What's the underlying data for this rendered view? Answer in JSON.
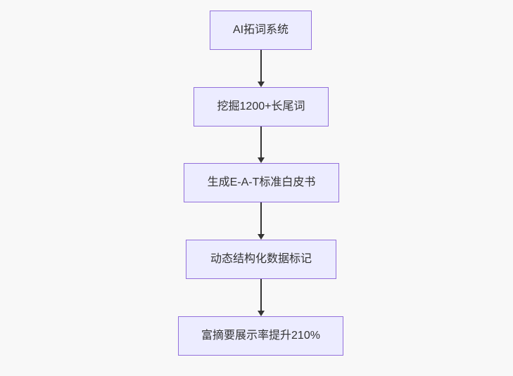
{
  "colors": {
    "page-bg": "#f8f8f8",
    "node-fill": "#ECECFF",
    "node-border": "#9370DB",
    "node-text": "#333333",
    "arrow": "#333333"
  },
  "flowchart": {
    "type": "flowchart",
    "direction": "top-down",
    "nodes": [
      {
        "label": "AI拓词系统"
      },
      {
        "label": "挖掘1200+长尾词"
      },
      {
        "label": "生成E-A-T标准白皮书"
      },
      {
        "label": "动态结构化数据标记"
      },
      {
        "label": "富摘要展示率提升210%"
      }
    ],
    "edges": [
      {
        "from": 0,
        "to": 1
      },
      {
        "from": 1,
        "to": 2
      },
      {
        "from": 2,
        "to": 3
      },
      {
        "from": 3,
        "to": 4
      }
    ]
  }
}
